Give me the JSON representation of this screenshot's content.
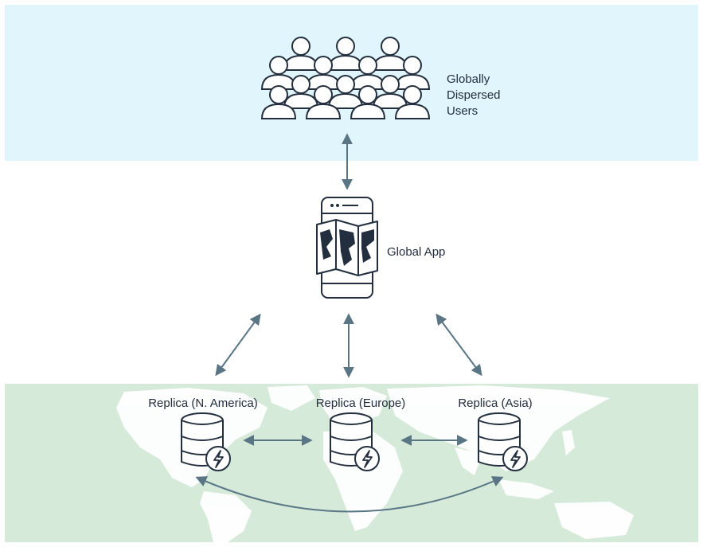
{
  "users": {
    "label_lines": [
      "Globally",
      "Dispersed",
      "Users"
    ],
    "icon": "users-group-icon"
  },
  "app": {
    "label": "Global App",
    "icon": "mobile-map-icon"
  },
  "replicas": [
    {
      "label": "Replica (N. America)",
      "icon": "database-lightning-icon"
    },
    {
      "label": "Replica (Europe)",
      "icon": "database-lightning-icon"
    },
    {
      "label": "Replica (Asia)",
      "icon": "database-lightning-icon"
    }
  ],
  "colors": {
    "top_band": "#e1f6fc",
    "bottom_band": "#d6ead9",
    "map_land": "#ffffff",
    "arrow": "#5a7685",
    "icon_stroke": "#232f3e"
  }
}
